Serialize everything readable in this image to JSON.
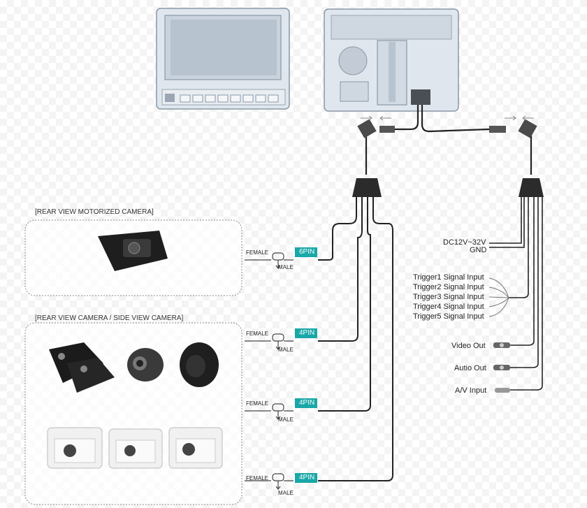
{
  "sections": {
    "motorized": "[REAR VIEW MOTORIZED CAMERA]",
    "rear_side": "[REAR VIEW CAMERA / SIDE VIEW CAMERA]"
  },
  "connectors": [
    {
      "female": "FEMALE",
      "male": "MALE",
      "pin": "6PIN"
    },
    {
      "female": "FEMALE",
      "male": "MALE",
      "pin": "4PIN"
    },
    {
      "female": "FEMALE",
      "male": "MALE",
      "pin": "4PIN"
    },
    {
      "female": "FEMALE",
      "male": "MALE",
      "pin": "4PIN"
    }
  ],
  "power": {
    "dc": "DC12V~32V",
    "gnd": "GND"
  },
  "triggers": [
    "Trigger1 Signal Input",
    "Trigger2 Signal Input",
    "Trigger3 Signal Input",
    "Trigger4 Signal Input",
    "Trigger5 Signal Input"
  ],
  "outputs": {
    "video_out": "Video Out",
    "audio_out": "Autio Out",
    "av_input": "A/V Input"
  },
  "colors": {
    "pin_badge": "#19a7a7",
    "wire": "#222222",
    "monitor": "#dfe6ee"
  }
}
